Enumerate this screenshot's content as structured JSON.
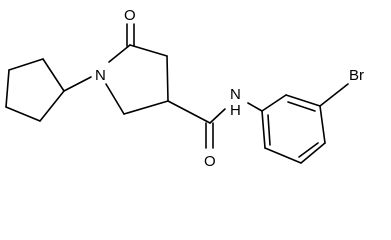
{
  "molecule": {
    "atoms": {
      "oxygen_ring": "O",
      "nitrogen_ring": "N",
      "nitrogen_amide": "N",
      "hydrogen_amide": "H",
      "oxygen_amide": "O",
      "bromine": "Br"
    }
  },
  "colors": {
    "bond": "#000000",
    "label": "#000000",
    "background": "#ffffff"
  }
}
